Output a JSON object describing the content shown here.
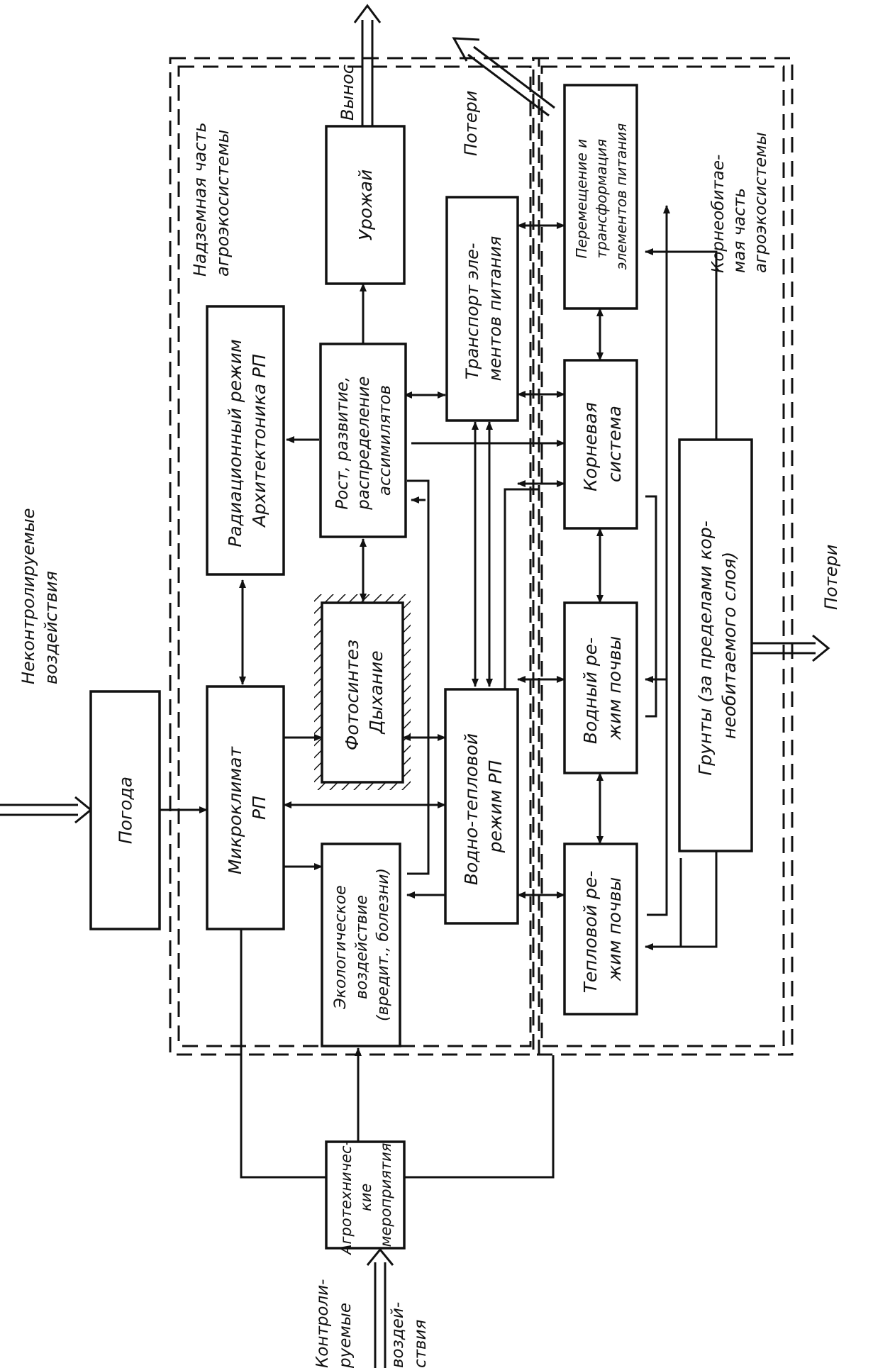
{
  "external": {
    "uncontrolled": [
      "Неконтролируемые",
      "воздействия"
    ],
    "controlled_left": [
      "Контроли-",
      "руемые"
    ],
    "controlled_right": [
      "воздей-",
      "ствия"
    ]
  },
  "regions": {
    "above_ground": [
      "Надземная часть",
      "агроэкосистемы"
    ],
    "root_zone": [
      "Корнеобитае-",
      "мая часть",
      "агроэкосистемы"
    ]
  },
  "flows": {
    "removal": "Вынос",
    "losses_top": "Потери",
    "losses_bottom": "Потери"
  },
  "blocks": {
    "weather": [
      "Погода"
    ],
    "agrotech": [
      "Агротехничес-",
      "кие",
      "мероприятия"
    ],
    "microclimate": [
      "Микроклимат",
      "РП"
    ],
    "radiation": [
      "Радиационный режим",
      "Архитектоника РП"
    ],
    "ecology": [
      "Экологическое",
      "воздействие",
      "(вредит., болезни)"
    ],
    "photosynthesis": [
      "Фотосинтез",
      "Дыхание"
    ],
    "growth": [
      "Рост, развитие,",
      "распределение",
      "ассимилятов"
    ],
    "harvest": [
      "Урожай"
    ],
    "water_heat": [
      "Водно-тепловой",
      "режим РП"
    ],
    "transport": [
      "Транспорт эле-",
      "ментов питания"
    ],
    "root_system": [
      "Корневая",
      "система"
    ],
    "nutrient_move": [
      "Перемещение и",
      "трансформация",
      "элементов питания"
    ],
    "soil_heat": [
      "Тепловой ре-",
      "жим почвы"
    ],
    "soil_water": [
      "Водный ре-",
      "жим почвы"
    ],
    "ground": [
      "Грунты (за пределами кор-",
      "необитаемого слоя)"
    ]
  }
}
